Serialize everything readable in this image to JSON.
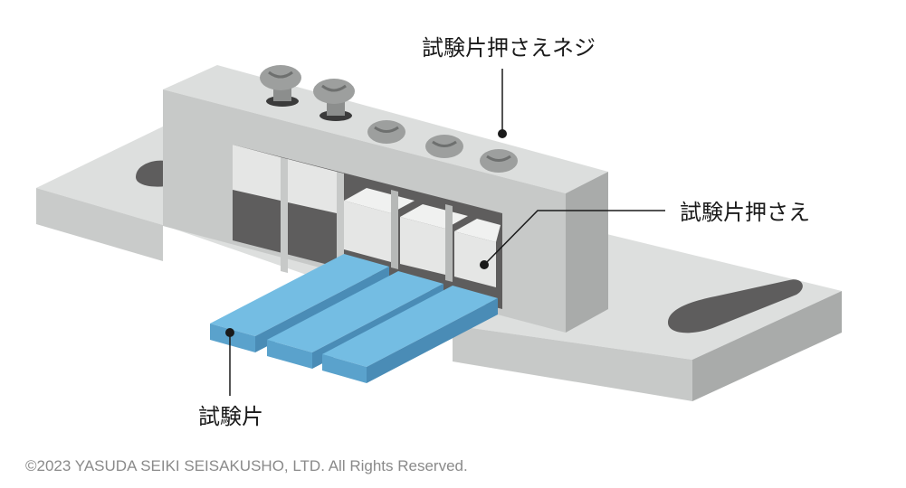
{
  "labels": {
    "screw": "試験片押さえネジ",
    "presser": "試験片押さえ",
    "specimen": "試験片"
  },
  "footer": {
    "copyright": "©2023 YASUDA SEIKI SEISAKUSHO, LTD. All Rights Reserved."
  },
  "colors": {
    "metal_top": "#dcdedd",
    "metal_front": "#c7c9c8",
    "metal_side": "#a9abaa",
    "cavity_dark": "#5e5d5d",
    "specimen_top": "#74bde3",
    "specimen_front": "#5aa2cc",
    "specimen_side": "#4a8cb6",
    "leader_line": "#1a1a1a"
  },
  "icons": [
    "screw-icon"
  ]
}
